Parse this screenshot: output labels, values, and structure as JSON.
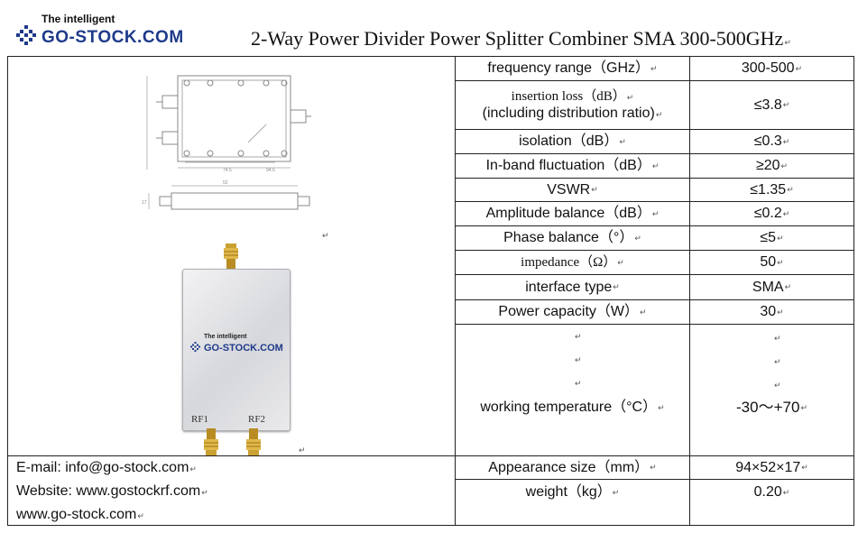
{
  "logo": {
    "tagline": "The intelligent",
    "brand": "GO-STOCK.COM"
  },
  "title": "2-Way Power Divider Power Splitter Combiner SMA 300-500GHz",
  "return_mark": "↵",
  "specs": [
    {
      "label": "frequency range（GHz）",
      "value": "300-500"
    },
    {
      "label_line1": "insertion loss（dB）",
      "label_line2": "(including distribution ratio)",
      "value": "≤3.8"
    },
    {
      "label": "isolation（dB）",
      "value": "≤0.3"
    },
    {
      "label": "In-band fluctuation（dB）",
      "value": "≥20"
    },
    {
      "label": "VSWR",
      "value": "≤1.35"
    },
    {
      "label": "Amplitude balance（dB）",
      "value": "≤0.2"
    },
    {
      "label": "Phase balance（°）",
      "value": "≤5"
    },
    {
      "label": "impedance（Ω）",
      "value": "50"
    },
    {
      "label": "interface type",
      "value": "SMA"
    },
    {
      "label": "Power capacity（W）",
      "value": "30"
    },
    {
      "label": "working temperature（°C）",
      "value": "-30～+70"
    },
    {
      "label": "Appearance size（mm）",
      "value": "94×52×17"
    },
    {
      "label": "weight（kg）",
      "value": "0.20"
    }
  ],
  "product": {
    "tagline": "The intelligent",
    "brand": "GO-STOCK.COM",
    "port1": "RF1",
    "port2": "RF2"
  },
  "drawing": {
    "dim1": "94.5",
    "dim2": "74.5",
    "dim3": "52",
    "dim4": "17"
  },
  "contact": {
    "email": "E-mail: info@go-stock.com",
    "website": "Website: www.gostockrf.com",
    "site2": "www.go-stock.com"
  }
}
